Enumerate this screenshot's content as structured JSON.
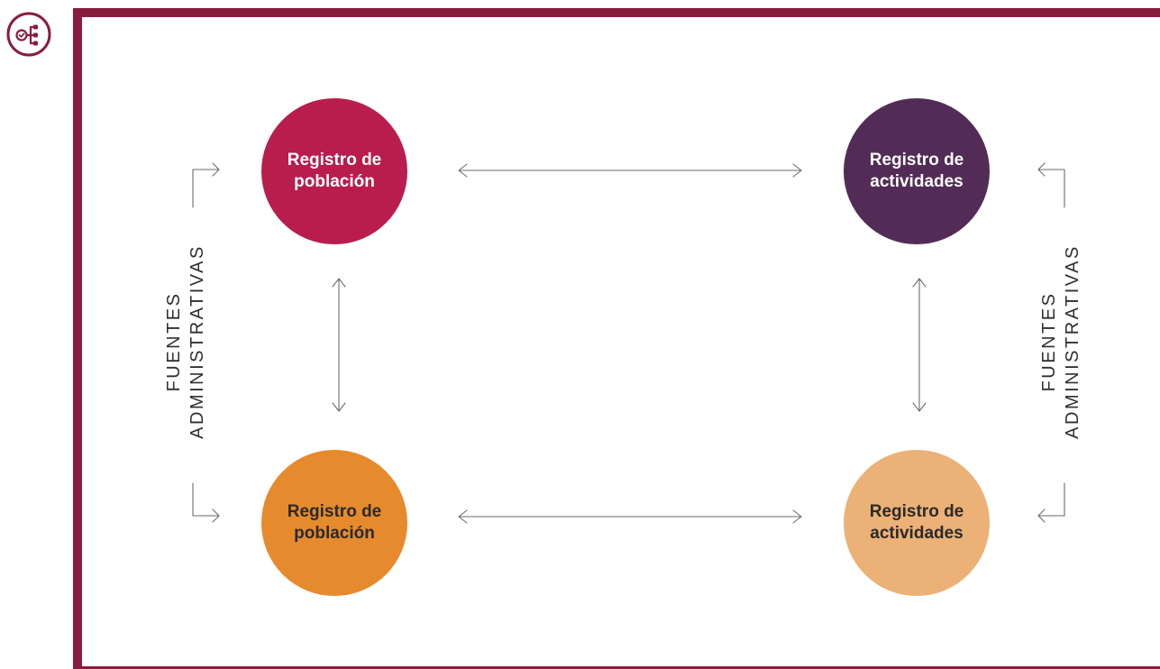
{
  "header": {
    "icon": "hierarchy-check-icon",
    "accent_color": "#8a1c40"
  },
  "diagram": {
    "nodes": {
      "population_top": {
        "line1": "Registro de",
        "line2": "población",
        "color": "#b81d4e"
      },
      "activities_top": {
        "line1": "Registro de",
        "line2": "actividades",
        "color": "#522c56"
      },
      "population_bottom": {
        "line1": "Registro de",
        "line2": "población",
        "color": "#e68a2e"
      },
      "activities_bottom": {
        "line1": "Registro de",
        "line2": "actividades",
        "color": "#ecb176"
      }
    },
    "side_labels": {
      "left": {
        "line1": "FUENTES",
        "line2": "ADMINISTRATIVAS"
      },
      "right": {
        "line1": "FUENTES",
        "line2": "ADMINISTRATIVAS"
      }
    }
  }
}
